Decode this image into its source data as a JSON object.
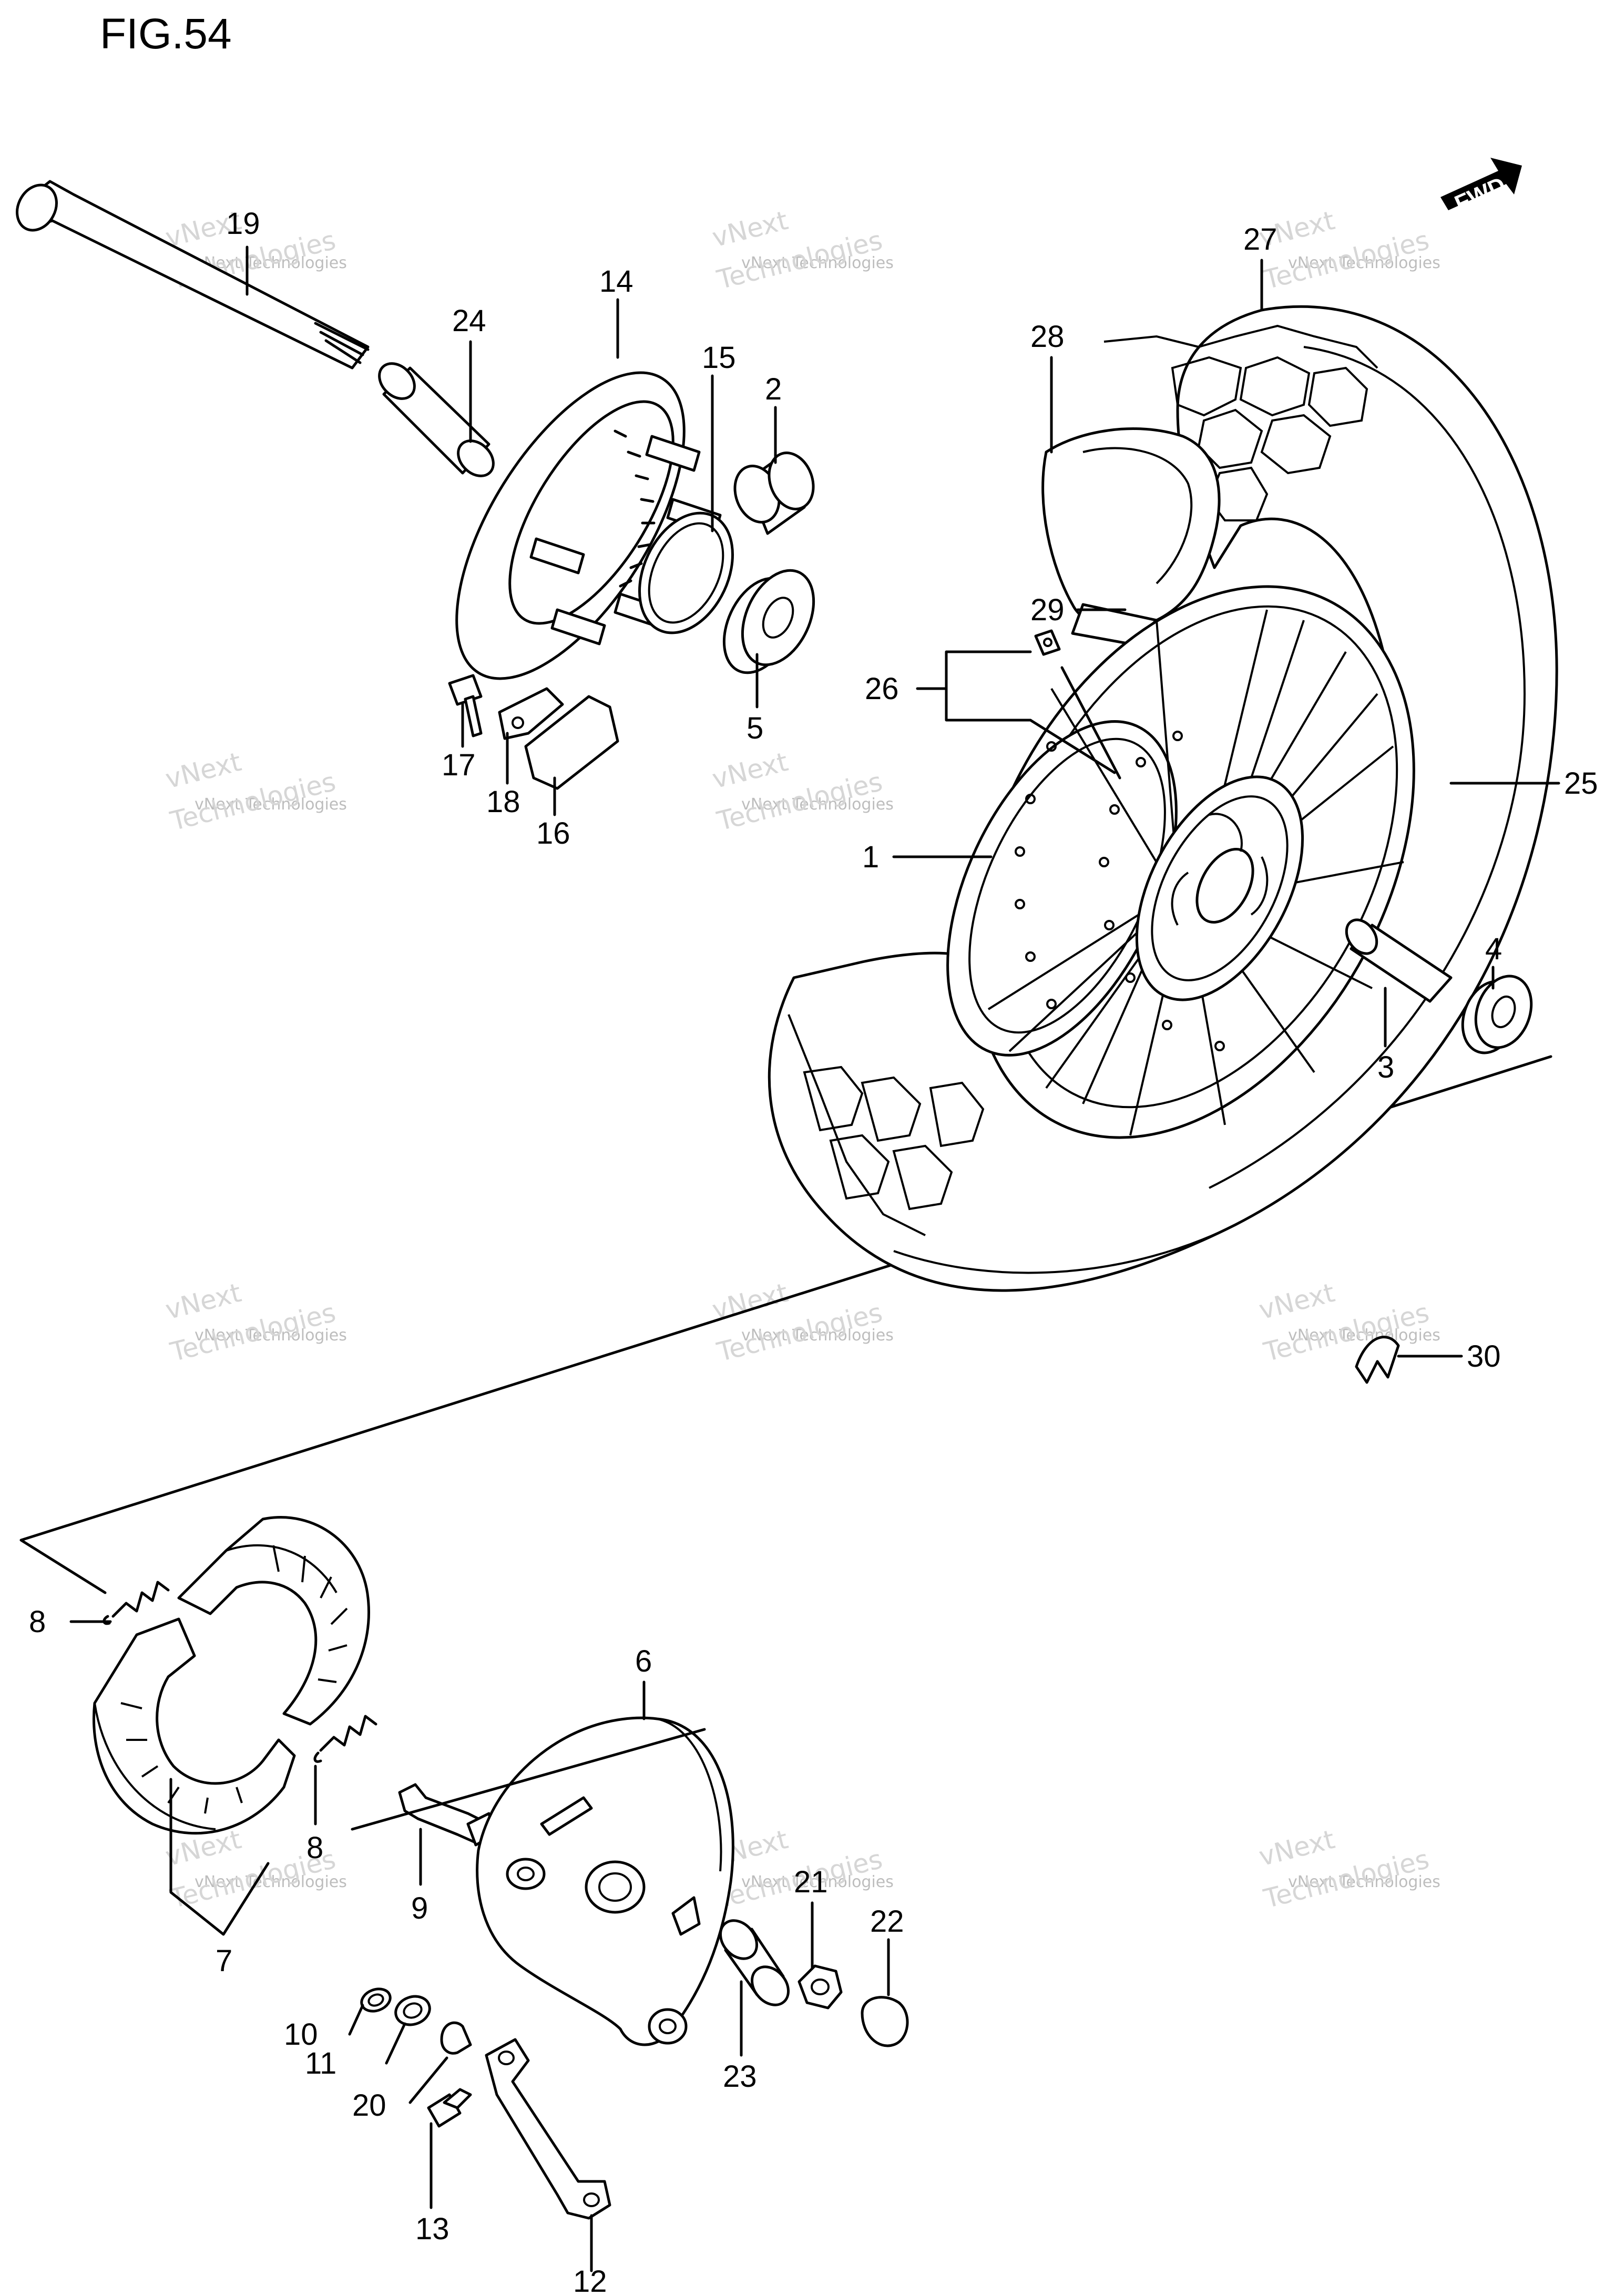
{
  "figure": {
    "title": "FIG.54",
    "direction_label": "FWD"
  },
  "watermark": {
    "line1": "vNext Technologies",
    "line2": "vNext",
    "line3": "Technologies"
  },
  "callouts": [
    {
      "id": "1",
      "label": "1"
    },
    {
      "id": "2",
      "label": "2"
    },
    {
      "id": "3",
      "label": "3"
    },
    {
      "id": "4",
      "label": "4"
    },
    {
      "id": "5",
      "label": "5"
    },
    {
      "id": "6",
      "label": "6"
    },
    {
      "id": "7",
      "label": "7"
    },
    {
      "id": "8a",
      "label": "8"
    },
    {
      "id": "8b",
      "label": "8"
    },
    {
      "id": "9",
      "label": "9"
    },
    {
      "id": "10",
      "label": "10"
    },
    {
      "id": "11",
      "label": "11"
    },
    {
      "id": "12",
      "label": "12"
    },
    {
      "id": "13",
      "label": "13"
    },
    {
      "id": "14",
      "label": "14"
    },
    {
      "id": "15",
      "label": "15"
    },
    {
      "id": "16",
      "label": "16"
    },
    {
      "id": "17",
      "label": "17"
    },
    {
      "id": "18",
      "label": "18"
    },
    {
      "id": "19",
      "label": "19"
    },
    {
      "id": "20",
      "label": "20"
    },
    {
      "id": "21",
      "label": "21"
    },
    {
      "id": "22",
      "label": "22"
    },
    {
      "id": "23",
      "label": "23"
    },
    {
      "id": "24",
      "label": "24"
    },
    {
      "id": "25",
      "label": "25"
    },
    {
      "id": "26",
      "label": "26"
    },
    {
      "id": "27",
      "label": "27"
    },
    {
      "id": "28",
      "label": "28"
    },
    {
      "id": "29",
      "label": "29"
    },
    {
      "id": "30",
      "label": "30"
    }
  ]
}
